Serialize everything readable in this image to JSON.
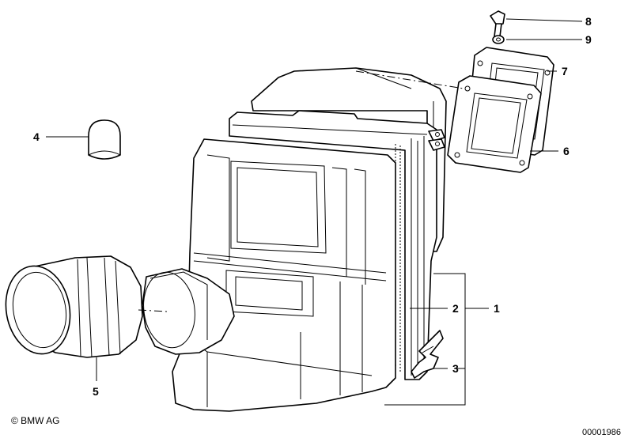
{
  "diagram": {
    "callouts": {
      "c1": "1",
      "c2": "2",
      "c3": "3",
      "c4": "4",
      "c5": "5",
      "c6": "6",
      "c7": "7",
      "c8": "8",
      "c9": "9"
    },
    "copyright": "© BMW AG",
    "doc_number": "00001986"
  }
}
